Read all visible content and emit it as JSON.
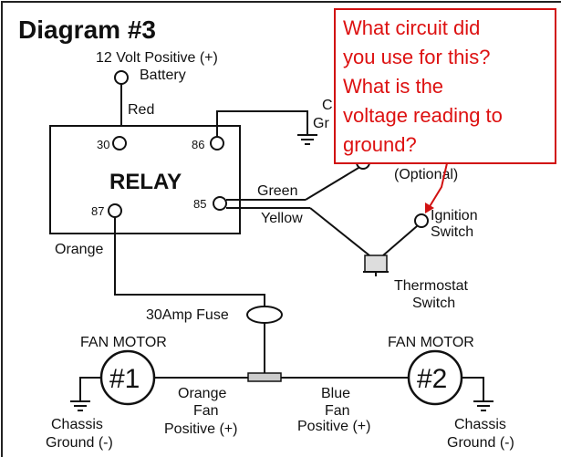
{
  "title": "Diagram #3",
  "battery": {
    "line1": "12 Volt Positive (+)",
    "line2": "Battery"
  },
  "wires": {
    "red": "Red",
    "green": "Green",
    "yellow": "Yellow",
    "orange": "Orange"
  },
  "relay": {
    "label": "RELAY",
    "pin30": "30",
    "pin86": "86",
    "pin87": "87",
    "pin85": "85"
  },
  "chassis_top": {
    "line1": "C",
    "line2": "Gr"
  },
  "optional": "(Optional)",
  "ignition": {
    "line1": "Ignition",
    "line2": "Switch"
  },
  "thermostat": {
    "line1": "Thermostat",
    "line2": "Switch"
  },
  "fuse": "30Amp Fuse",
  "fan_left": {
    "title": "FAN MOTOR",
    "number": "#1"
  },
  "fan_right": {
    "title": "FAN MOTOR",
    "number": "#2"
  },
  "orange_fan": {
    "line1": "Orange",
    "line2": "Fan",
    "line3": "Positive (+)"
  },
  "blue_fan": {
    "line1": "Blue",
    "line2": "Fan",
    "line3": "Positive (+)"
  },
  "ground_left": {
    "line1": "Chassis",
    "line2": "Ground (-)"
  },
  "ground_right": {
    "line1": "Chassis",
    "line2": "Ground (-)"
  },
  "callout": {
    "lines": [
      "What circuit did",
      "you use for this?",
      "What is the",
      "voltage reading to",
      "ground?"
    ],
    "color": "#d11111"
  }
}
